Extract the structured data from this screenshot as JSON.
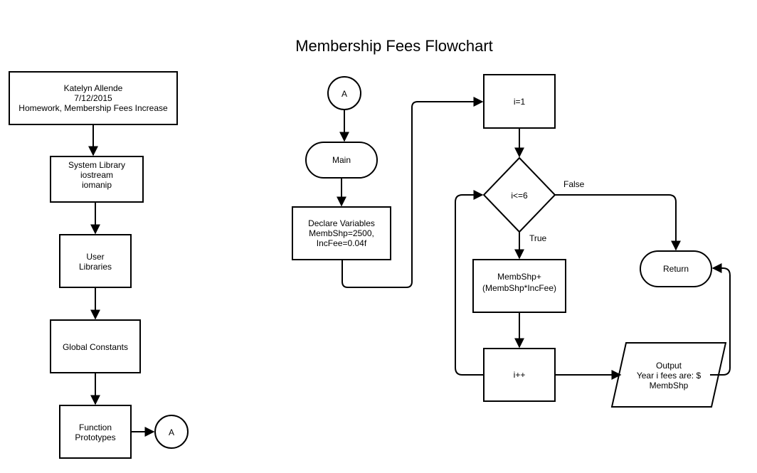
{
  "title": "Membership Fees Flowchart",
  "nodes": {
    "header": [
      "Katelyn Allende",
      "7/12/2015",
      "Homework, Membership Fees Increase"
    ],
    "system_library": [
      "System Library",
      "iostream",
      "iomanip"
    ],
    "user_libraries": [
      "User",
      "Libraries"
    ],
    "global_constants": [
      "Global Constants"
    ],
    "function_prototypes": [
      "Function",
      "Prototypes"
    ],
    "connector_out": "A",
    "connector_in": "A",
    "main": "Main",
    "declare": [
      "Declare Variables",
      "MembShp=2500,",
      "IncFee=0.04f"
    ],
    "init": "i=1",
    "condition": "i<=6",
    "update": [
      "MembShp+",
      "(MembShp*IncFee)"
    ],
    "increment": "i++",
    "output": [
      "Output",
      "Year i fees are: $",
      "MembShp"
    ],
    "return": "Return"
  },
  "edge_labels": {
    "false": "False",
    "true": "True"
  }
}
